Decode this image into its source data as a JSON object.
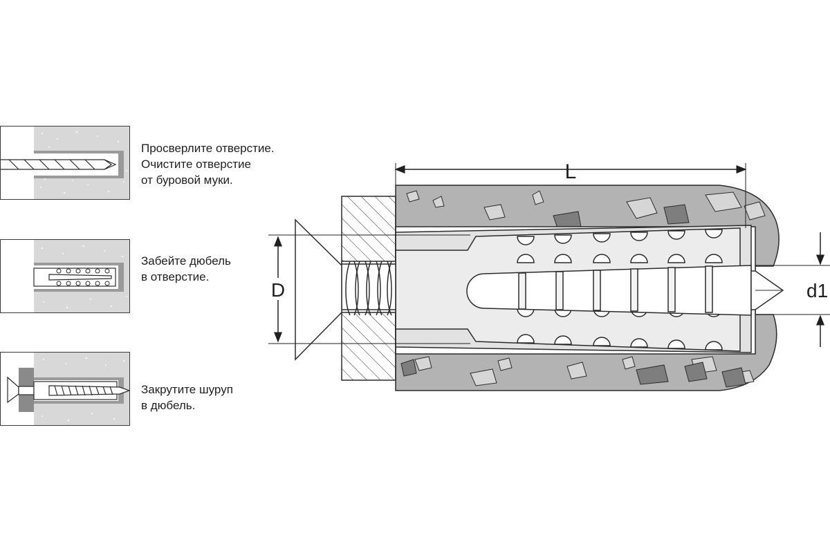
{
  "steps": [
    {
      "lines": [
        "Просверлите отверстие.",
        "Очистите отверстие",
        "от буровой муки."
      ]
    },
    {
      "lines": [
        "Забейте дюбель",
        "в отверстие."
      ]
    },
    {
      "lines": [
        "Закрутите шуруп",
        "в дюбель."
      ]
    }
  ],
  "dimensions": {
    "length": "L",
    "collar_diameter": "D",
    "hole_diameter": "d1"
  },
  "colors": {
    "concrete": "#b5b5b5",
    "concrete_light": "#d2d2d2",
    "line": "#2b2b2b",
    "stone": "#8c8c8c",
    "anchor": "#e6e6e6"
  },
  "icons": [
    "drill-bit-icon",
    "dowel-icon",
    "screw-icon"
  ]
}
